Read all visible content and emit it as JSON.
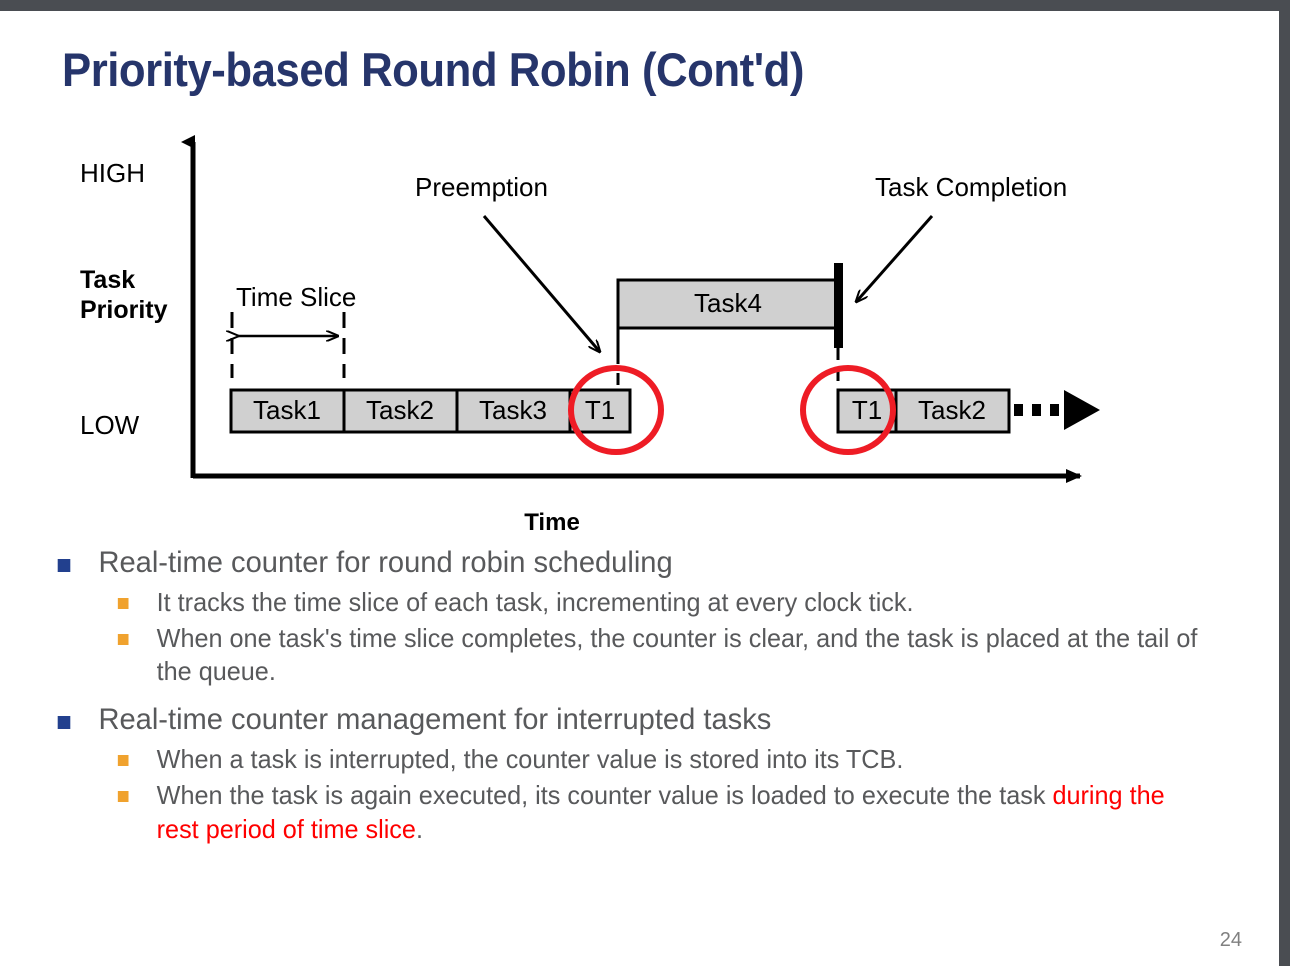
{
  "slide": {
    "title": "Priority-based Round Robin (Cont'd)",
    "page_number": "24",
    "title_color": "#26356b",
    "body_text_color": "#58595b",
    "bullet_l1_color": "#22408e",
    "bullet_l2_color": "#f0a22e",
    "highlight_color": "#ff0000"
  },
  "diagram": {
    "y_axis_label_top": "HIGH",
    "y_axis_label_mid_line1": "Task",
    "y_axis_label_mid_line2": "Priority",
    "y_axis_label_bottom": "LOW",
    "x_axis_label": "Time",
    "annotations": {
      "time_slice": "Time Slice",
      "preemption": "Preemption",
      "task_completion": "Task Completion"
    },
    "low_priority_bars": [
      {
        "label": "Task1"
      },
      {
        "label": "Task2"
      },
      {
        "label": "Task3"
      },
      {
        "label": "T1"
      }
    ],
    "resume_bars": [
      {
        "label": "T1"
      },
      {
        "label": "Task2"
      }
    ],
    "high_priority_bars": [
      {
        "label": "Task4"
      }
    ],
    "bar_fill": "#d0d0d0",
    "bar_stroke": "#000000",
    "circle_highlight_color": "#ee1c25"
  },
  "bullets": [
    {
      "level": 1,
      "text": "Real-time counter for round robin scheduling"
    },
    {
      "level": 2,
      "text": "It tracks the time slice of each task, incrementing at every clock tick."
    },
    {
      "level": 2,
      "text": "When one task's time slice completes, the counter is clear, and the task is placed at the tail of the queue."
    },
    {
      "level": 1,
      "text": "Real-time counter management for interrupted tasks"
    },
    {
      "level": 2,
      "text": "When a task is interrupted, the counter value is stored into its TCB."
    },
    {
      "level": 2,
      "text_plain": "When the task is again executed, its counter value is loaded to execute the task ",
      "text_highlight": "during the rest period of time slice",
      "text_tail": "."
    }
  ]
}
